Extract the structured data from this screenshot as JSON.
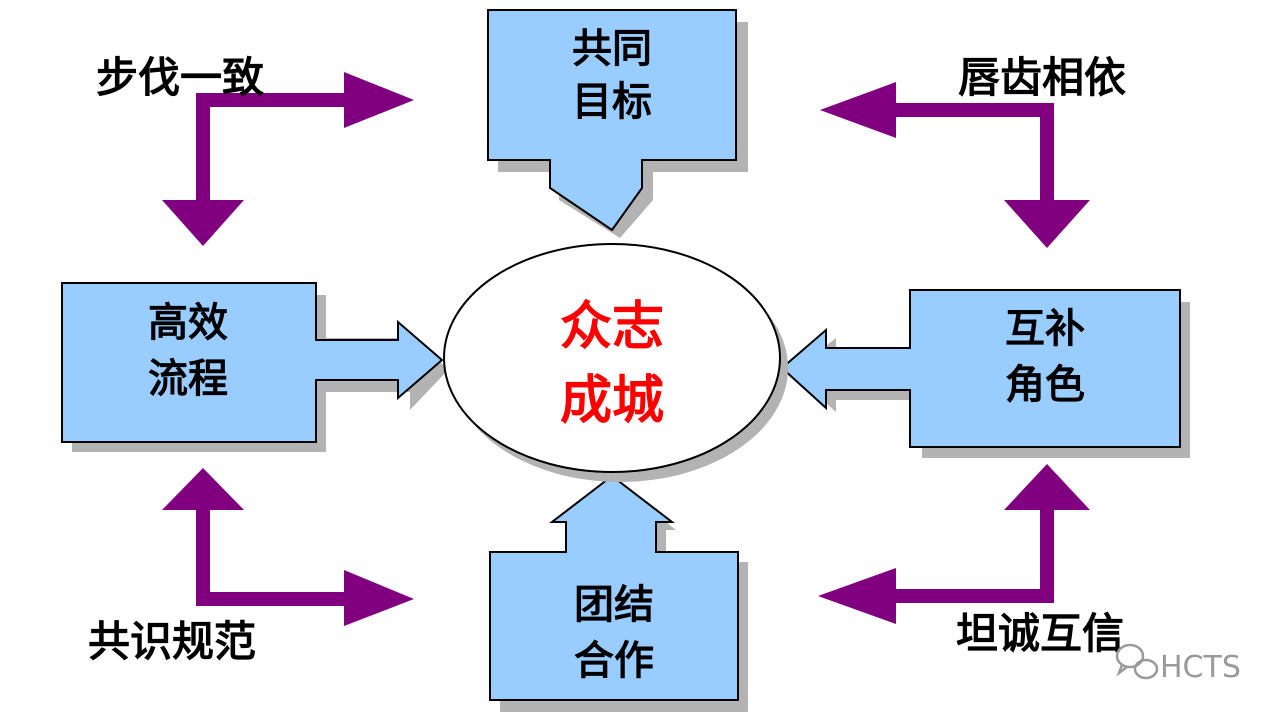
{
  "center": {
    "line1": "众志",
    "line2": "成城"
  },
  "boxes": {
    "top": {
      "line1": "共同",
      "line2": "目标"
    },
    "left": {
      "line1": "高效",
      "line2": "流程"
    },
    "right": {
      "line1": "互补",
      "line2": "角色"
    },
    "bottom": {
      "line1": "团结",
      "line2": "合作"
    }
  },
  "corners": {
    "top_left": "步伐一致",
    "top_right": "唇齿相依",
    "bottom_left": "共识规范",
    "bottom_right": "坦诚互信"
  },
  "watermark": {
    "text": "HCTS",
    "icon": "wechat-icon"
  },
  "colors": {
    "box_fill": "#99ccff",
    "shadow": "#b3b3b3",
    "purple_arrow": "#800080",
    "center_text": "#ff0000"
  }
}
